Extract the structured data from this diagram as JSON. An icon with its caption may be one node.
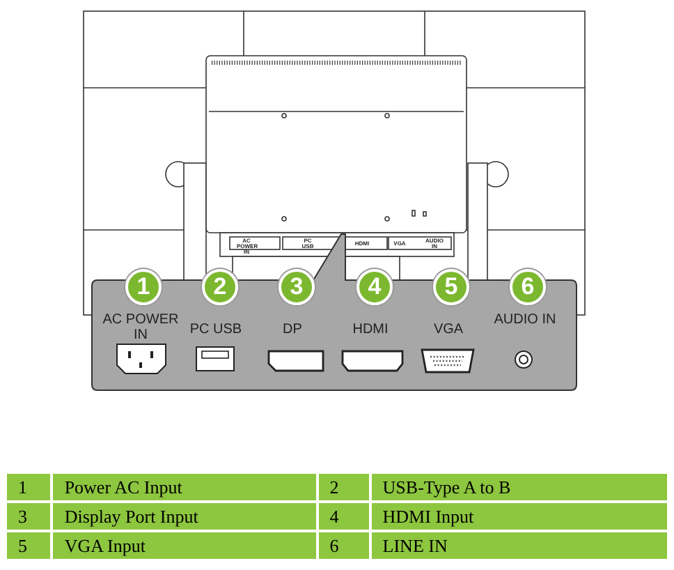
{
  "diagram": {
    "labels": [
      "AC POWER IN",
      "PC USB",
      "HDMI",
      "VGA",
      "AUDIO IN",
      "1",
      "AC POWER IN",
      "2",
      "PC USB",
      "3",
      "DP",
      "4",
      "HDMI",
      "5",
      "VGA",
      "6",
      "AUDIO IN",
      "1",
      "Power AC Input",
      "2",
      "USB-Type A to B",
      "3",
      "Display Port Input",
      "4",
      "HDMI Input",
      "5",
      "VGA Input",
      "6",
      "LINE IN"
    ]
  }
}
